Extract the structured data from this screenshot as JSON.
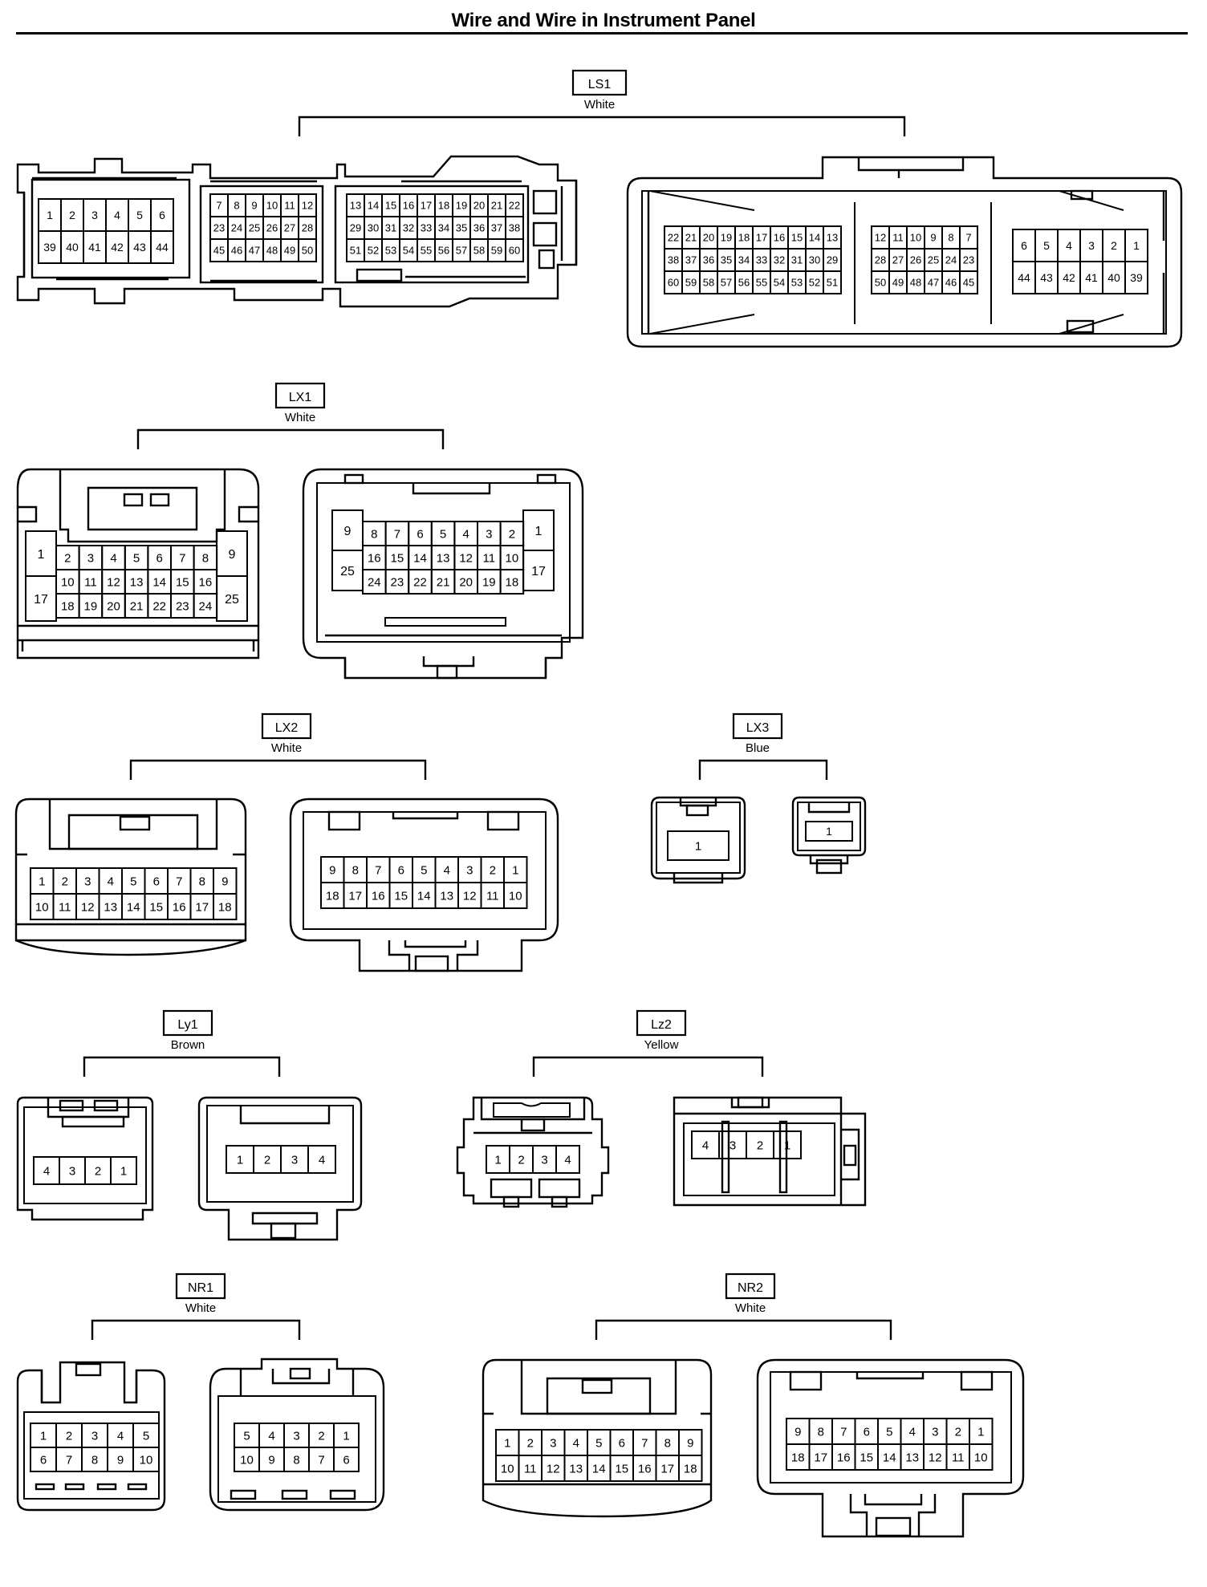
{
  "page": {
    "title": "Wire and Wire in Instrument Panel"
  },
  "connectors": [
    {
      "id": "LS1",
      "color": "White",
      "halves": [
        {
          "side": "left",
          "groups": [
            [
              [
                "1",
                "2",
                "3",
                "4",
                "5",
                "6"
              ],
              [
                "39",
                "40",
                "41",
                "42",
                "43",
                "44"
              ]
            ],
            [
              [
                "7",
                "8",
                "9",
                "10",
                "11",
                "12"
              ],
              [
                "23",
                "24",
                "25",
                "26",
                "27",
                "28"
              ],
              [
                "45",
                "46",
                "47",
                "48",
                "49",
                "50"
              ]
            ],
            [
              [
                "13",
                "14",
                "15",
                "16",
                "17",
                "18",
                "19",
                "20",
                "21",
                "22"
              ],
              [
                "29",
                "30",
                "31",
                "32",
                "33",
                "34",
                "35",
                "36",
                "37",
                "38"
              ],
              [
                "51",
                "52",
                "53",
                "54",
                "55",
                "56",
                "57",
                "58",
                "59",
                "60"
              ]
            ]
          ]
        },
        {
          "side": "right",
          "groups": [
            [
              [
                "22",
                "21",
                "20",
                "19",
                "18",
                "17",
                "16",
                "15",
                "14",
                "13"
              ],
              [
                "38",
                "37",
                "36",
                "35",
                "34",
                "33",
                "32",
                "31",
                "30",
                "29"
              ],
              [
                "60",
                "59",
                "58",
                "57",
                "56",
                "55",
                "54",
                "53",
                "52",
                "51"
              ]
            ],
            [
              [
                "12",
                "11",
                "10",
                "9",
                "8",
                "7"
              ],
              [
                "28",
                "27",
                "26",
                "25",
                "24",
                "23"
              ],
              [
                "50",
                "49",
                "48",
                "47",
                "46",
                "45"
              ]
            ],
            [
              [
                "6",
                "5",
                "4",
                "3",
                "2",
                "1"
              ],
              [
                "44",
                "43",
                "42",
                "41",
                "40",
                "39"
              ]
            ]
          ]
        }
      ]
    },
    {
      "id": "LX1",
      "color": "White",
      "halves": [
        {
          "side": "left",
          "left_col": [
            "1",
            "17"
          ],
          "right_col": [
            "9",
            "25"
          ],
          "rows": [
            [
              "2",
              "3",
              "4",
              "5",
              "6",
              "7",
              "8"
            ],
            [
              "10",
              "11",
              "12",
              "13",
              "14",
              "15",
              "16"
            ],
            [
              "18",
              "19",
              "20",
              "21",
              "22",
              "23",
              "24"
            ]
          ]
        },
        {
          "side": "right",
          "left_col": [
            "9",
            "25"
          ],
          "right_col": [
            "1",
            "17"
          ],
          "rows": [
            [
              "8",
              "7",
              "6",
              "5",
              "4",
              "3",
              "2"
            ],
            [
              "16",
              "15",
              "14",
              "13",
              "12",
              "11",
              "10"
            ],
            [
              "24",
              "23",
              "22",
              "21",
              "20",
              "19",
              "18"
            ]
          ]
        }
      ]
    },
    {
      "id": "LX2",
      "color": "White",
      "halves": [
        {
          "side": "left",
          "rows": [
            [
              "1",
              "2",
              "3",
              "4",
              "5",
              "6",
              "7",
              "8",
              "9"
            ],
            [
              "10",
              "11",
              "12",
              "13",
              "14",
              "15",
              "16",
              "17",
              "18"
            ]
          ]
        },
        {
          "side": "right",
          "rows": [
            [
              "9",
              "8",
              "7",
              "6",
              "5",
              "4",
              "3",
              "2",
              "1"
            ],
            [
              "18",
              "17",
              "16",
              "15",
              "14",
              "13",
              "12",
              "11",
              "10"
            ]
          ]
        }
      ]
    },
    {
      "id": "LX3",
      "color": "Blue",
      "halves": [
        {
          "side": "left",
          "rows": [
            [
              "1"
            ]
          ]
        },
        {
          "side": "right",
          "rows": [
            [
              "1"
            ]
          ]
        }
      ]
    },
    {
      "id": "Ly1",
      "color": "Brown",
      "halves": [
        {
          "side": "left",
          "rows": [
            [
              "4",
              "3",
              "2",
              "1"
            ]
          ]
        },
        {
          "side": "right",
          "rows": [
            [
              "1",
              "2",
              "3",
              "4"
            ]
          ]
        }
      ]
    },
    {
      "id": "Lz2",
      "color": "Yellow",
      "halves": [
        {
          "side": "left",
          "rows": [
            [
              "1",
              "2",
              "3",
              "4"
            ]
          ]
        },
        {
          "side": "right",
          "rows": [
            [
              "4",
              "3",
              "2",
              "1"
            ]
          ]
        }
      ]
    },
    {
      "id": "NR1",
      "color": "White",
      "halves": [
        {
          "side": "left",
          "rows": [
            [
              "1",
              "2",
              "3",
              "4",
              "5"
            ],
            [
              "6",
              "7",
              "8",
              "9",
              "10"
            ]
          ]
        },
        {
          "side": "right",
          "rows": [
            [
              "5",
              "4",
              "3",
              "2",
              "1"
            ],
            [
              "10",
              "9",
              "8",
              "7",
              "6"
            ]
          ]
        }
      ]
    },
    {
      "id": "NR2",
      "color": "White",
      "halves": [
        {
          "side": "left",
          "rows": [
            [
              "1",
              "2",
              "3",
              "4",
              "5",
              "6",
              "7",
              "8",
              "9"
            ],
            [
              "10",
              "11",
              "12",
              "13",
              "14",
              "15",
              "16",
              "17",
              "18"
            ]
          ]
        },
        {
          "side": "right",
          "rows": [
            [
              "9",
              "8",
              "7",
              "6",
              "5",
              "4",
              "3",
              "2",
              "1"
            ],
            [
              "18",
              "17",
              "16",
              "15",
              "14",
              "13",
              "12",
              "11",
              "10"
            ]
          ]
        }
      ]
    }
  ]
}
